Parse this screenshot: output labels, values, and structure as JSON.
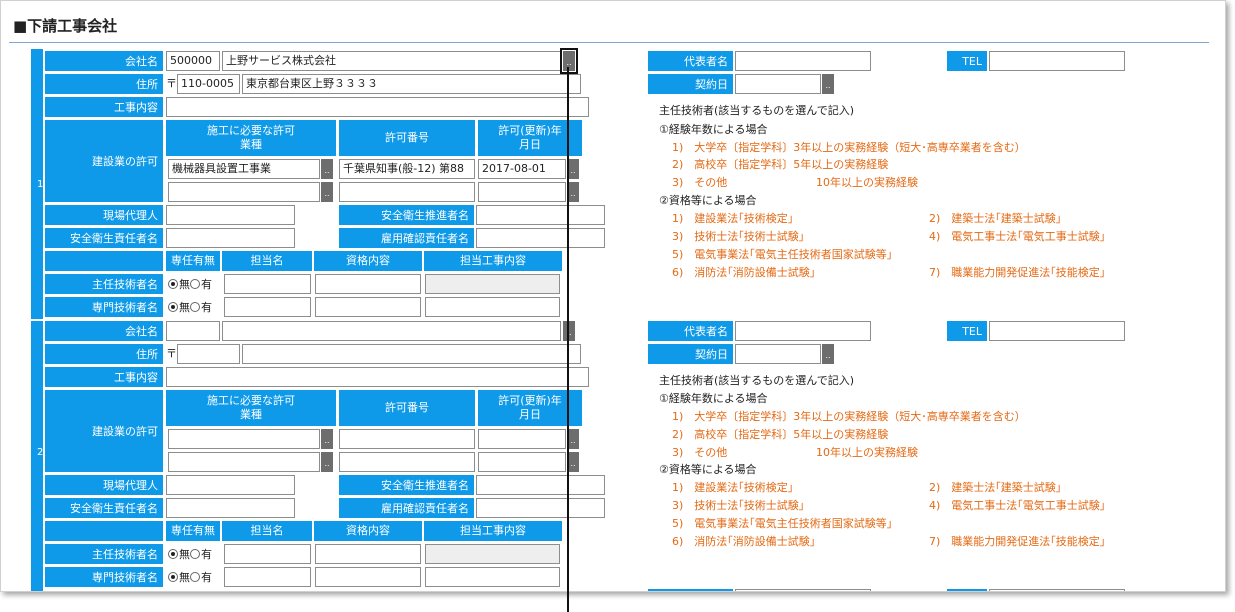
{
  "page": {
    "heading": "■下請工事会社"
  },
  "labels": {
    "company": "会社名",
    "address": "住所",
    "work": "工事内容",
    "license": "建設業の許可",
    "site_agent": "現場代理人",
    "safety_manager": "安全衛生責任者名",
    "safety_promoter": "安全衛生推進者名",
    "employment": "雇用確認責任者名",
    "chief_engineer": "主任技術者名",
    "specialist_engineer": "専門技術者名",
    "permit_type": "施工に必要な許可業種",
    "permit_number": "許可番号",
    "permit_date": "許可(更新)年月日",
    "exclusive": "専任有無",
    "person": "担当名",
    "qualification": "資格内容",
    "assigned_work": "担当工事内容",
    "representative": "代表者名",
    "tel": "TEL",
    "contract_date": "契約日",
    "postal_mark": "〒",
    "radio_none": "無",
    "radio_yes": "有",
    "dd_glyph": ".."
  },
  "guide": {
    "title": "主任技術者(該当するものを選んで記入)",
    "cat1": "①経験年数による場合",
    "exp1": "1)　大学卒〔指定学科〕3年以上の実務経験（短大･高専卒業者を含む）",
    "exp2": "2)　高校卒〔指定学科〕5年以上の実務経験",
    "exp3": "3)　その他",
    "exp3b": "10年以上の実務経験",
    "cat2": "②資格等による場合",
    "q1": "1)　建設業法｢技術検定｣",
    "q2": "2)　建築士法｢建築士試験｣",
    "q3": "3)　技術士法｢技術士試験｣",
    "q4": "4)　電気工事士法｢電気工事士試験｣",
    "q5": "5)　電気事業法｢電気主任技術者国家試験等｣",
    "q6": "6)　消防法｢消防設備士試験｣",
    "q7": "7)　職業能力開発促進法｢技能検定｣"
  },
  "entries": [
    {
      "number": "1",
      "company_code": "500000",
      "company_name": "上野サービス株式会社",
      "postal": "110-0005",
      "address": "東京都台東区上野３３３３",
      "permit_type_1": "機械器具設置工事業",
      "permit_number_1": "千葉県知事(般-12) 第88",
      "permit_date_1": "2017-08-01"
    },
    {
      "number": "2",
      "company_code": "",
      "company_name": "",
      "postal": "",
      "address": "",
      "permit_type_1": "",
      "permit_number_1": "",
      "permit_date_1": ""
    }
  ]
}
